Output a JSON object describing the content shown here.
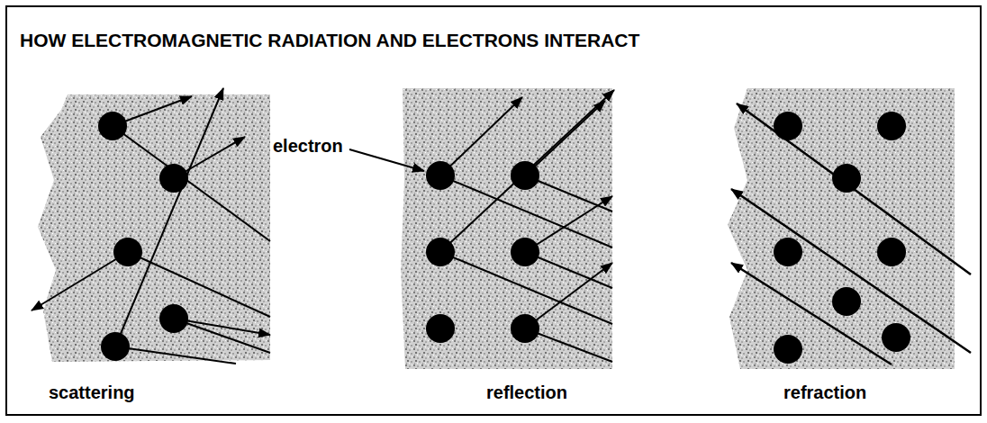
{
  "diagram": {
    "title": "HOW ELECTROMAGNETIC RADIATION AND ELECTRONS INTERACT",
    "nodes": [
      {
        "text": [
          "scattering"
        ]
      },
      {
        "text": [
          "reflection"
        ]
      },
      {
        "text": [
          "refraction"
        ]
      }
    ],
    "labels": [
      "electron"
    ]
  }
}
